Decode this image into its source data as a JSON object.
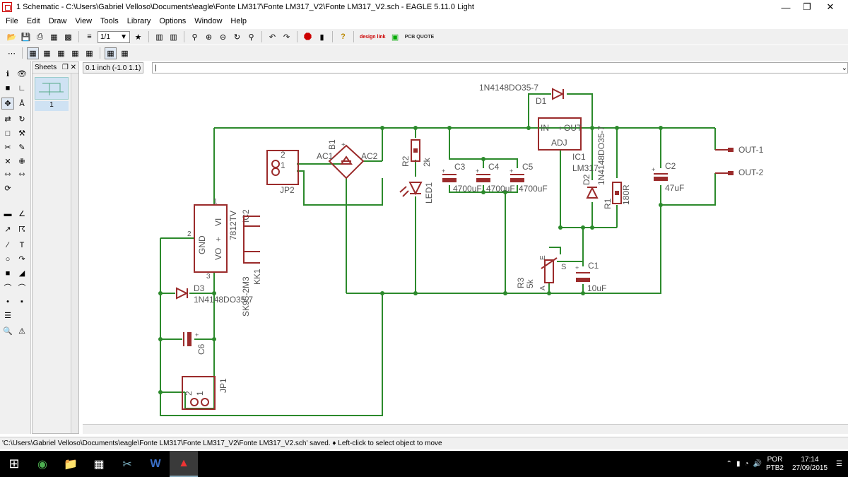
{
  "window": {
    "title": "1 Schematic - C:\\Users\\Gabriel Velloso\\Documents\\eagle\\Fonte LM317\\Fonte LM317_V2\\Fonte LM317_V2.sch - EAGLE 5.11.0 Light"
  },
  "menu": [
    "File",
    "Edit",
    "Draw",
    "View",
    "Tools",
    "Library",
    "Options",
    "Window",
    "Help"
  ],
  "toolbar": {
    "sheet_select": "1/1",
    "design_link": "design link",
    "pcb_quote": "PCB QUOTE"
  },
  "sheets": {
    "label": "Sheets",
    "items": [
      "1"
    ]
  },
  "command": {
    "coord": "0.1 inch (-1.0 1.1)",
    "input": "|"
  },
  "schematic": {
    "labels": {
      "d1_value": "1N4148DO35-7",
      "d1": "D1",
      "ic1_in": "IN",
      "ic1_out": "OUT",
      "ic1_adj": "ADJ",
      "ic1": "IC1",
      "ic1_value": "LM317",
      "d2": "D2",
      "d2_value": "1N4148DO35-7",
      "r1": "R1",
      "r1_value": "180R",
      "c2": "C2",
      "c2_value": "47uF",
      "out1": "OUT-1",
      "out2": "OUT-2",
      "jp2": "JP2",
      "jp2_p2": "2",
      "jp2_p1": "1",
      "b1": "B1",
      "ac1": "AC1",
      "ac2": "AC2",
      "r2": "R2",
      "r2_value": "2k",
      "led1": "LED1",
      "c3": "C3",
      "c4": "C4",
      "c5": "C5",
      "c3_value": "4700uF",
      "c4_value": "4700uF",
      "c5_value": "4700uF",
      "ic2": "IC2",
      "ic2_value": "7812TV",
      "ic2_gnd": "GND",
      "ic2_vi": "VI",
      "ic2_vo": "VO",
      "kk1": "KK1",
      "kk1_value": "SK95-2M3",
      "d3": "D3",
      "d3_value": "1N4148DO35-7",
      "c6": "C6",
      "jp1": "JP1",
      "r3": "R3",
      "r3_value": "5k",
      "r3_e": "E",
      "r3_s": "S",
      "r3_a": "A",
      "c1": "C1",
      "c1_value": "10uF",
      "pin1": "1",
      "pin2": "2",
      "pin3": "3"
    }
  },
  "status": "'C:\\Users\\Gabriel Velloso\\Documents\\eagle\\Fonte LM317\\Fonte LM317_V2\\Fonte LM317_V2.sch' saved.  ♦ Left-click to select object to move",
  "taskbar": {
    "lang": "POR",
    "layout": "PTB2",
    "time": "17:14",
    "date": "27/09/2015"
  }
}
